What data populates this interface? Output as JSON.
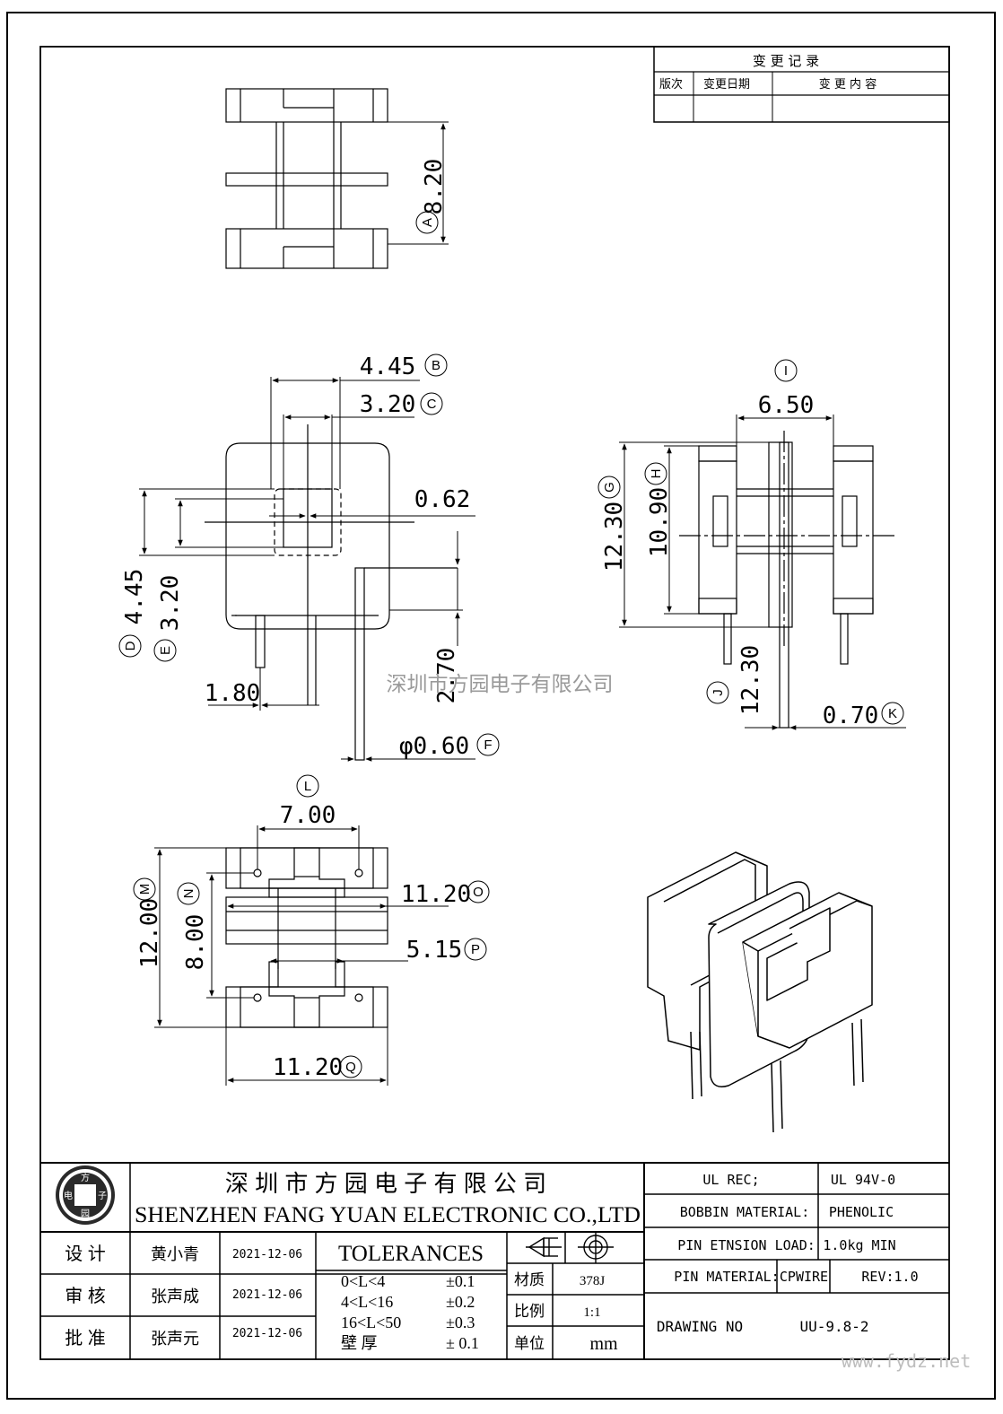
{
  "change_record": {
    "title": "变 更 记 录",
    "col_version": "版次",
    "col_date": "变更日期",
    "col_content": "变 更 内 容"
  },
  "dims": {
    "A": {
      "value": "8.20",
      "letter": "A"
    },
    "B": {
      "value": "4.45",
      "letter": "B"
    },
    "C": {
      "value": "3.20",
      "letter": "C"
    },
    "pin_slot": {
      "value": "0.62"
    },
    "D": {
      "value": "4.45",
      "letter": "D"
    },
    "E": {
      "value": "3.20",
      "letter": "E"
    },
    "pin_length": {
      "value": "2.70"
    },
    "pin_pitch": {
      "value": "1.80"
    },
    "F": {
      "value": "φ0.60",
      "letter": "F"
    },
    "I": {
      "value": "6.50",
      "letter": "I"
    },
    "G": {
      "value": "12.30",
      "letter": "G"
    },
    "H": {
      "value": "10.90",
      "letter": "H"
    },
    "J": {
      "value": "12.30",
      "letter": "J"
    },
    "K": {
      "value": "0.70",
      "letter": "K"
    },
    "L": {
      "value": "7.00",
      "letter": "L"
    },
    "M": {
      "value": "12.00",
      "letter": "M"
    },
    "N": {
      "value": "8.00",
      "letter": "N"
    },
    "O": {
      "value": "11.20",
      "letter": "O"
    },
    "P": {
      "value": "5.15",
      "letter": "P"
    },
    "Q": {
      "value": "11.20",
      "letter": "Q"
    }
  },
  "watermark": "深圳市方园电子有限公司",
  "logo": {
    "chars": [
      "方",
      "子",
      "园",
      "电"
    ]
  },
  "company": {
    "name_cn": "深 圳 市 方 园 电 子 有 限 公 司",
    "name_en": "SHENZHEN FANG YUAN ELECTRONIC CO.,LTD"
  },
  "signoff": [
    {
      "role": "设  计",
      "name": "黄小青",
      "date": "2021-12-06"
    },
    {
      "role": "审  核",
      "name": "张声成",
      "date": "2021-12-06"
    },
    {
      "role": "批  准",
      "name": "张声元",
      "date": "2021-12-06"
    }
  ],
  "tolerances": {
    "title": "TOLERANCES",
    "rows": [
      {
        "range": "0<L<4",
        "tol": "±0.1"
      },
      {
        "range": "4<L<16",
        "tol": "±0.2"
      },
      {
        "range": "16<L<50",
        "tol": "±0.3"
      },
      {
        "range": "壁  厚",
        "tol": "± 0.1"
      }
    ]
  },
  "material_rows": [
    {
      "label": "材质",
      "value": "378J"
    },
    {
      "label": "比例",
      "value": "1:1"
    },
    {
      "label": "单位",
      "value": "mm"
    }
  ],
  "specs": {
    "ul_rec_label": "UL REC;",
    "ul_rec_value": "UL  94V-0",
    "bobbin_label": "BOBBIN MATERIAL:",
    "bobbin_value": "PHENOLIC",
    "pin_load_label": "PIN ETNSION LOAD:",
    "pin_load_value": "1.0kg MIN",
    "pin_mat_label": "PIN MATERIAL:",
    "pin_mat_value": "CPWIRE",
    "rev": "REV:1.0",
    "drawing_label": "DRAWING NO",
    "drawing_value": "UU-9.8-2"
  },
  "site": "www.fydz.net"
}
